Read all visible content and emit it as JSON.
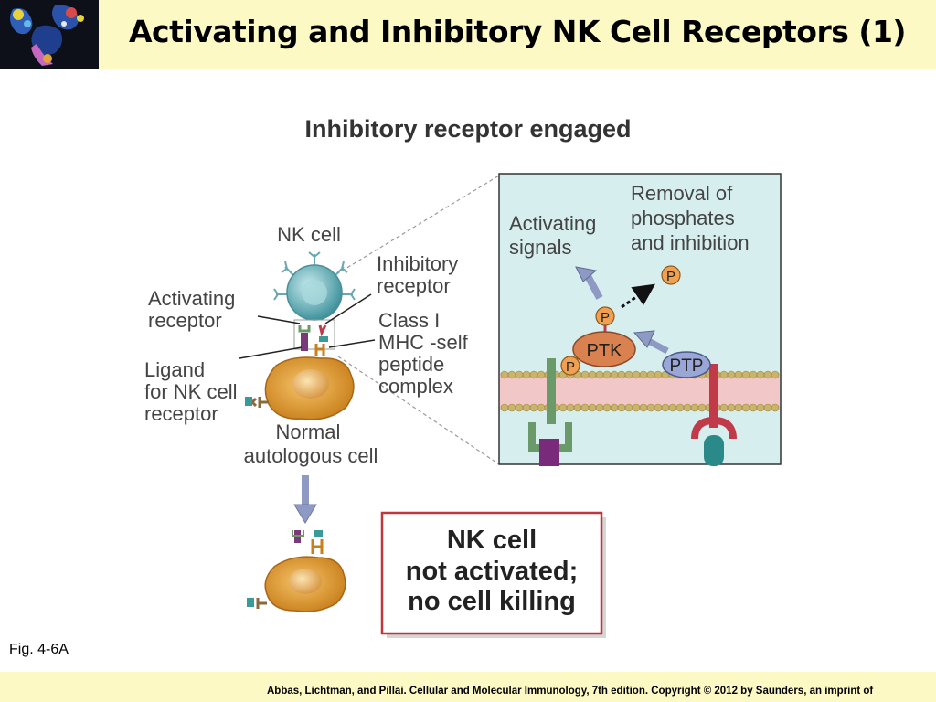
{
  "slide": {
    "title": "Activating and Inhibitory NK Cell Receptors (1)",
    "figure_label": "Fig. 4-6A",
    "citation": "Abbas, Lichtman, and Pillai. Cellular and Molecular Immunology, 7th edition. Copyright © 2012 by Saunders, an imprint of"
  },
  "diagram": {
    "heading": "Inhibitory receptor engaged",
    "nk_cell_label": "NK cell",
    "inhibitory_receptor_label": [
      "Inhibitory",
      "receptor"
    ],
    "activating_receptor_label": [
      "Activating",
      "receptor"
    ],
    "class_i_label": [
      "Class I",
      "MHC -self",
      "peptide",
      "complex"
    ],
    "ligand_label": [
      "Ligand",
      "for NK cell",
      "receptor"
    ],
    "normal_cell_label": [
      "Normal",
      "autologous cell"
    ],
    "inset": {
      "activating_signals": [
        "Activating",
        "signals"
      ],
      "removal_label": [
        "Removal of",
        "phosphates",
        "and inhibition"
      ],
      "phosphate": "P",
      "ptk": "PTK",
      "ptp": "PTP"
    },
    "outcome": [
      "NK cell",
      "not activated;",
      "no cell killing"
    ],
    "colors": {
      "header_bg": "#fdf9c4",
      "inset_bg": "#d7eeee",
      "outcome_border": "#c0363c",
      "ptk": "#d9824f",
      "ptp": "#9aa6d6",
      "phosphate": "#f0a050",
      "arrow": "#8f9ac4"
    }
  }
}
